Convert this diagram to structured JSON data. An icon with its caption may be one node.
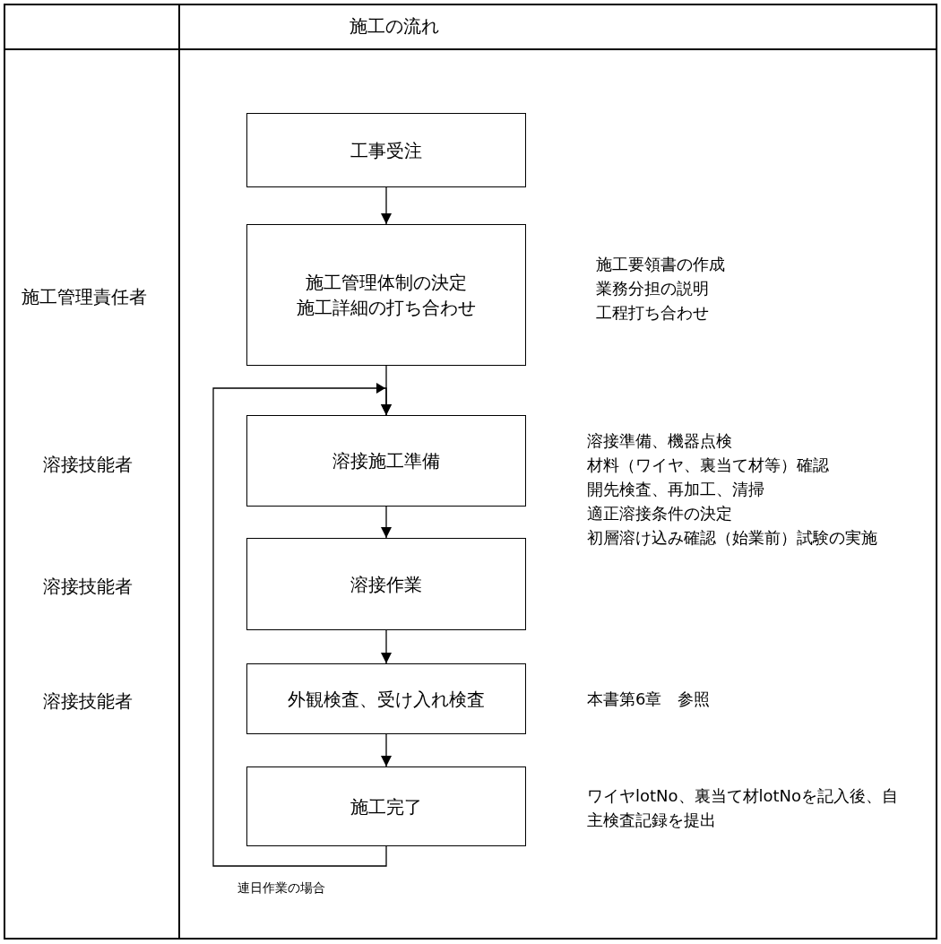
{
  "diagram": {
    "title": "施工の流れ",
    "nodes": [
      {
        "text": [
          "工事受注"
        ]
      },
      {
        "text": [
          "施工管理体制の決定",
          "施工詳細の打ち合わせ"
        ],
        "beside": [
          "施工要領書の作成",
          "業務分担の説明",
          "工程打ち合わせ"
        ]
      },
      {
        "text": [
          "溶接施工準備"
        ],
        "beside": [
          "溶接準備、機器点検",
          "材料（ワイヤ、裏当て材等）確認",
          "開先検査、再加工、清掃",
          "適正溶接条件の決定",
          "初層溶け込み確認（始業前）試験の実施"
        ]
      },
      {
        "text": [
          "溶接作業"
        ]
      },
      {
        "text": [
          "外観検査、受け入れ検査"
        ],
        "beside": [
          "本書第6章　参照"
        ]
      },
      {
        "text": [
          "施工完了"
        ],
        "beside": [
          "ワイヤlotNo、裏当て材lotNoを記入後、自主検査記録を提出"
        ]
      }
    ],
    "edges": [
      {
        "from": 0,
        "to": 1,
        "arrow": "to"
      },
      {
        "from": 1,
        "to": 2,
        "arrow": "to"
      },
      {
        "from": 2,
        "to": 3,
        "arrow": "to"
      },
      {
        "from": 3,
        "to": 4,
        "arrow": "to"
      },
      {
        "from": 4,
        "to": 5,
        "arrow": "to"
      },
      {
        "from": 5,
        "to": 2,
        "arrow": "to",
        "label": "連日作業の場合"
      }
    ],
    "labels": [
      "施工管理責任者",
      "溶接技能者",
      "溶接技能者",
      "溶接技能者"
    ]
  }
}
